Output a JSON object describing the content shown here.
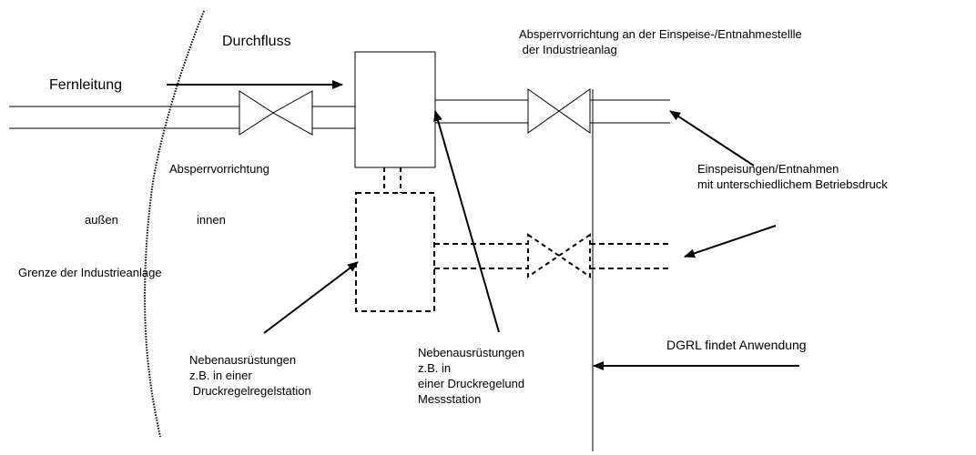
{
  "labels": {
    "durchfluss": "Durchfluss",
    "fernleitung": "Fernleitung",
    "absperr_top_1": "Absperrvorrichtung an der Einspeise-/Entnahmestellle",
    "absperr_top_2": " der Industrieanlag",
    "absperrvorrichtung": "Absperrvorrichtung",
    "einspeisungen_1": "Einspeisungen/Entnahmen",
    "einspeisungen_2": "mit unterschiedlichem Betriebsdruck",
    "aussen": "außen",
    "innen": "innen",
    "grenze": "Grenze der Industrieanlage",
    "neben_left_1": "Nebenausrüstungen",
    "neben_left_2": "z.B. in einer",
    "neben_left_3": " Druckregelregelstation",
    "neben_mid_1": "Nebenausrüstungen",
    "neben_mid_2": "z.B. in",
    "neben_mid_3": "einer Druckregelund",
    "neben_mid_4": "Messstation",
    "dgrl": "DGRL findet Anwendung"
  }
}
